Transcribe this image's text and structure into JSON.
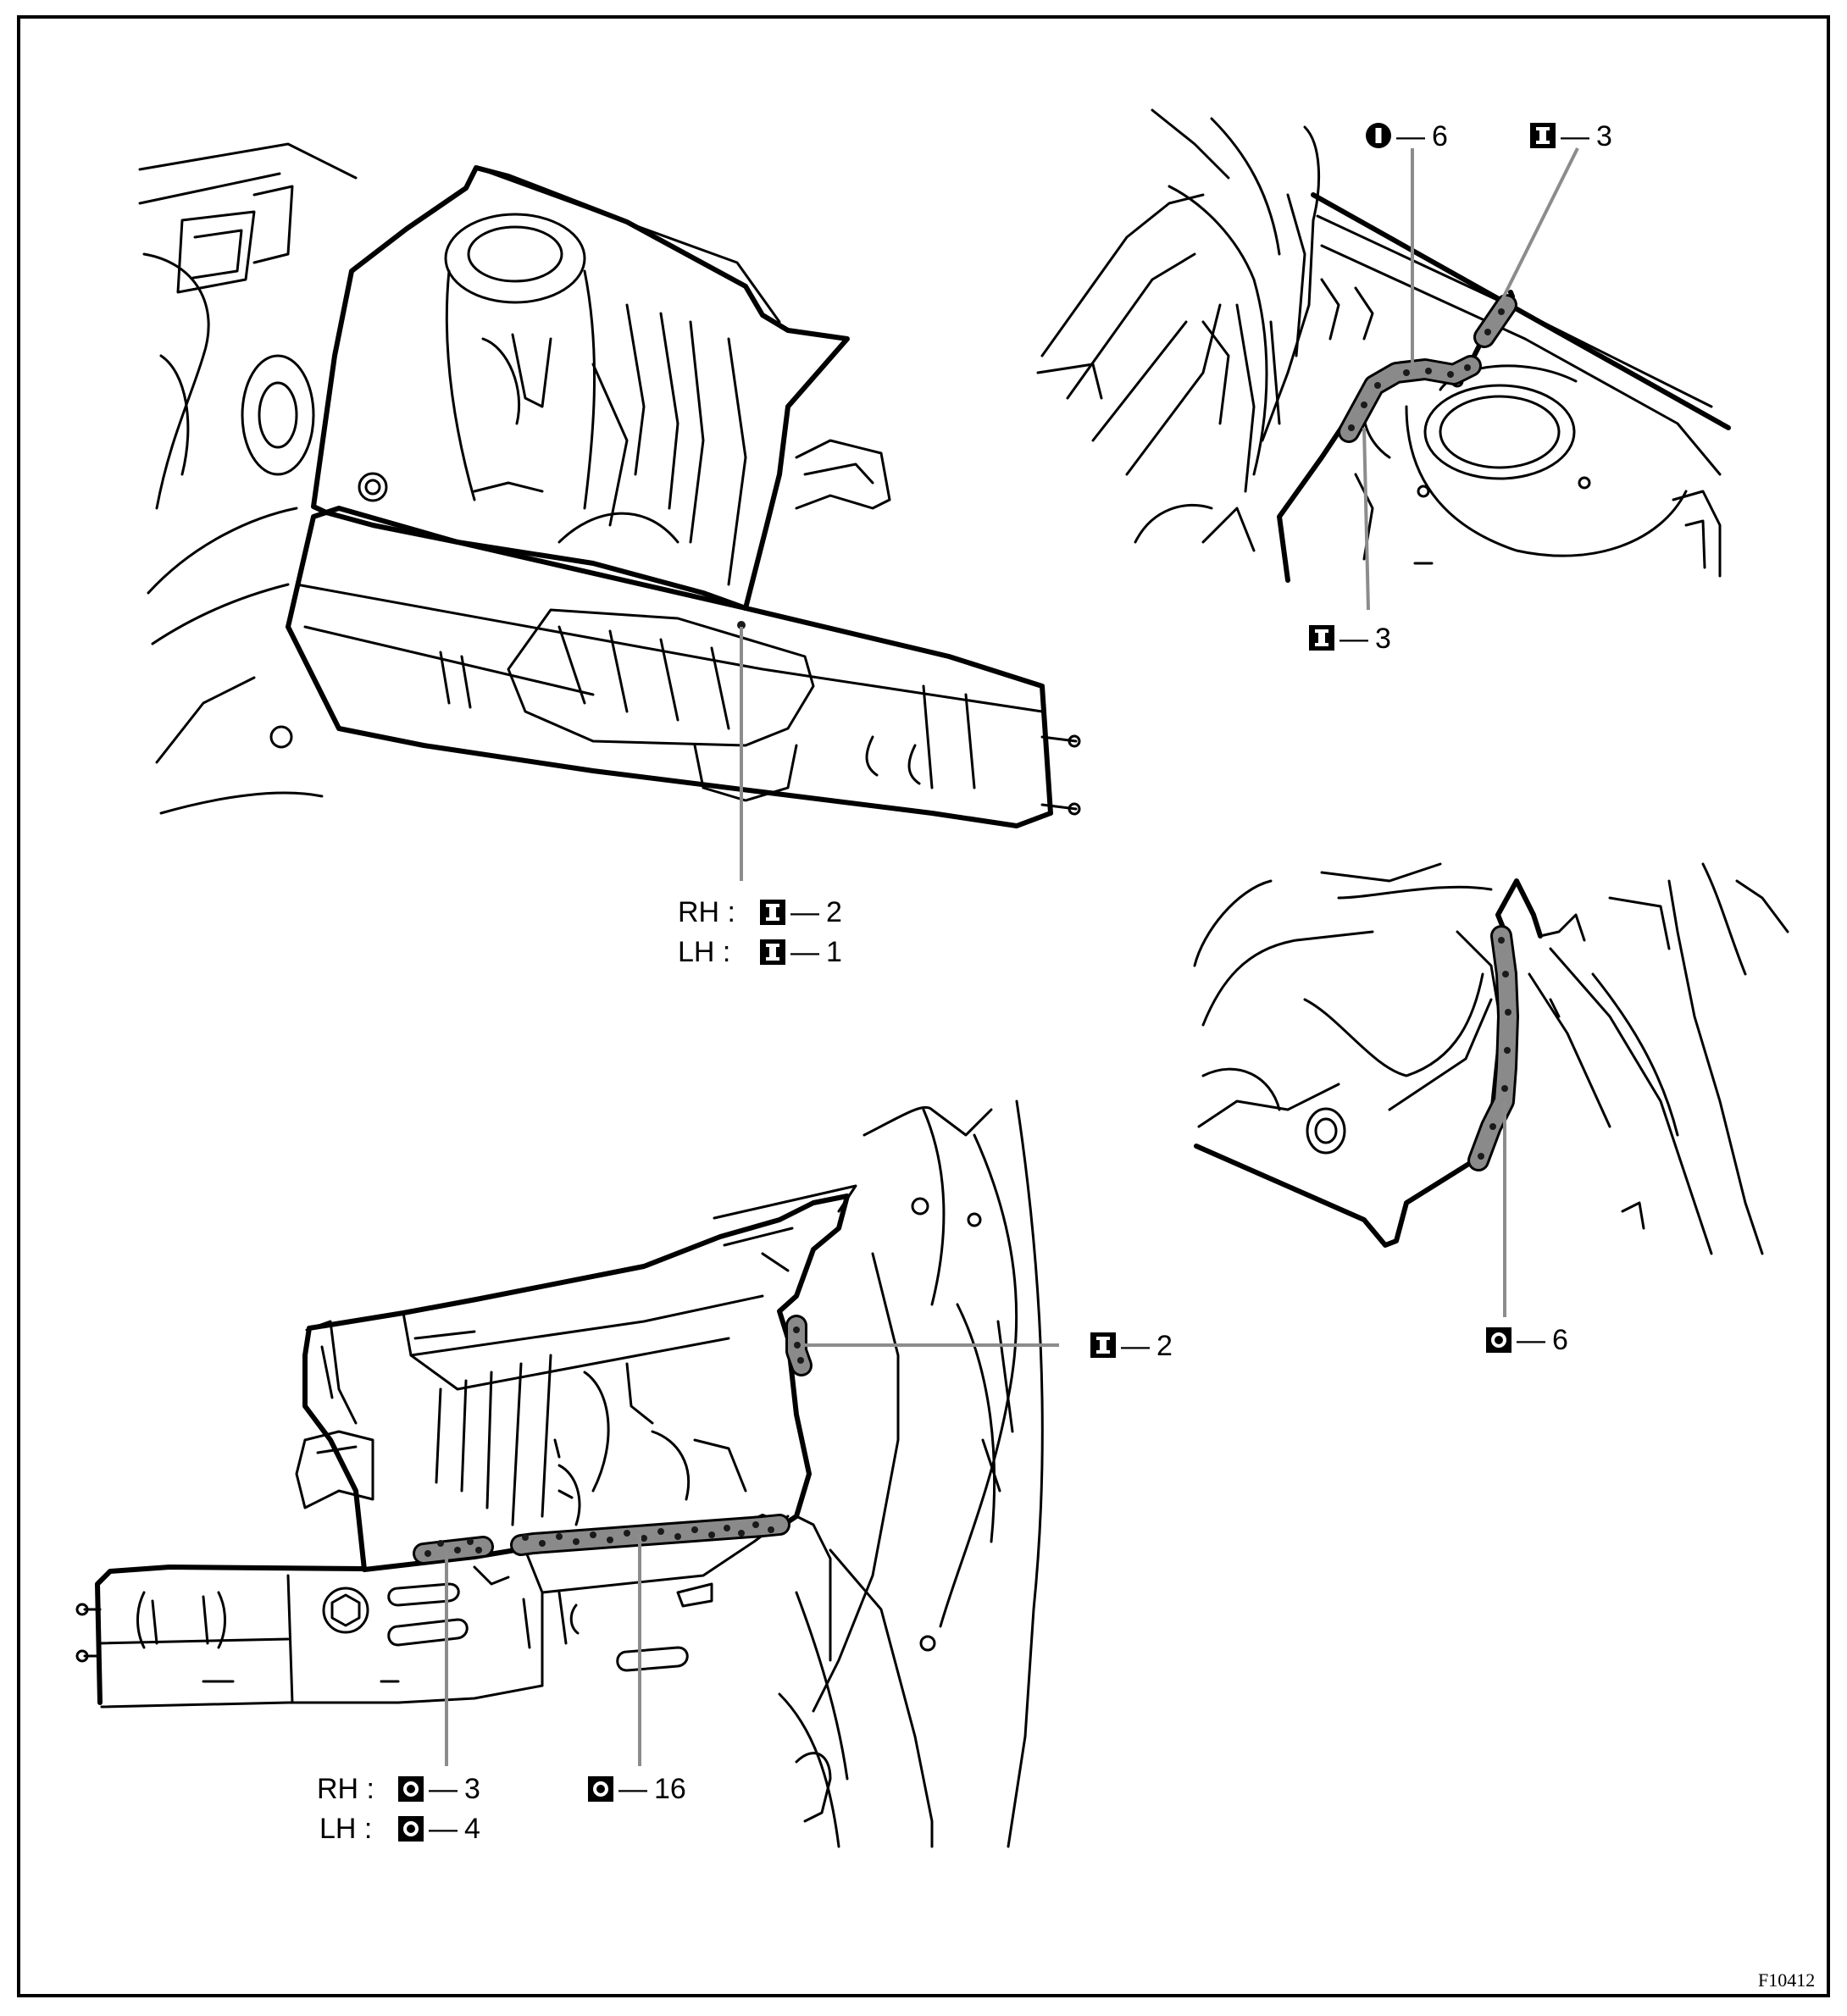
{
  "figure_id": "F10412",
  "colors": {
    "line": "#000000",
    "leader": "#8c8c8c",
    "weld_band": "#8a8a8a",
    "weld_dot": "#1a1a1a"
  },
  "symbols": {
    "spot_weld": "square-I-symbol",
    "plug_weld": "square-O-symbol",
    "circle_spot_weld": "circle-I-symbol"
  },
  "labels": {
    "view1": {
      "rh_prefix": "RH :",
      "rh_count": "2",
      "lh_prefix": "LH :",
      "lh_count": "1",
      "dash": "—"
    },
    "view2": {
      "top_left_count": "6",
      "top_right_count": "3",
      "bottom_count": "3",
      "dash": "—"
    },
    "view3": {
      "count": "6",
      "dash": "—"
    },
    "view4": {
      "right_count": "2",
      "rh_prefix": "RH :",
      "rh_count": "3",
      "lh_prefix": "LH :",
      "lh_count": "4",
      "mid_count": "16",
      "dash": "—"
    }
  }
}
